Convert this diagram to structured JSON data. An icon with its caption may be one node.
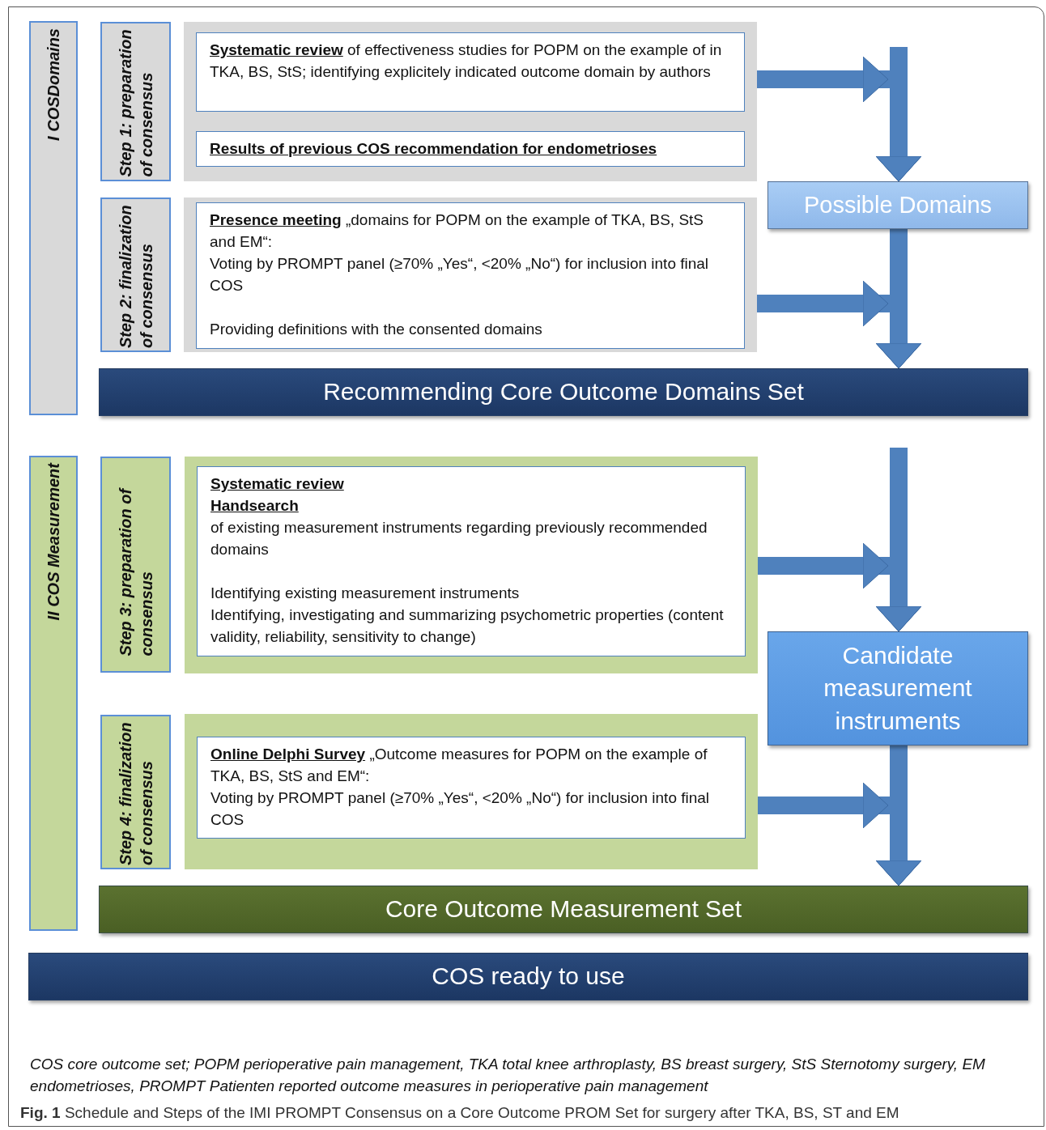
{
  "diagram": {
    "caption": "**Fig. 1** Schedule and Steps of the IMI PROMPT Consensus on a Core Outcome PROM Set for surgery after TKA, BS, ST and EM",
    "nodes": [
      {
        "text": [
          "I COSDomains"
        ]
      },
      {
        "text": [
          "Step 1: preparation of consensus"
        ]
      },
      {
        "text": [],
        "shape": "box"
      },
      {
        "text": [
          "**Systematic review** of effectiveness studies for POPM on the example of in TKA, BS, StS; identifying explicitely indicated outcome domain by authors"
        ],
        "in": 2
      },
      {
        "text": [
          "Results of previous COS recommendation for endometrioses"
        ],
        "in": 2
      },
      {
        "text": [
          "Step 2: finalization of consensus"
        ]
      },
      {
        "text": [],
        "shape": "box"
      },
      {
        "text": [
          "**Presence meeting** „domains for POPM on the example of TKA, BS, StS and EM“:",
          "Voting by PROMPT panel (≥70% „Yes“, <20% „No“) for inclusion into final COS",
          "Providing definitions with the consented domains"
        ],
        "in": 6
      },
      {
        "text": [
          "Possible Domains"
        ]
      },
      {
        "text": [
          "Recommending Core Outcome Domains Set"
        ]
      },
      {
        "text": [
          "II COS Measurement"
        ]
      },
      {
        "text": [
          "Step 3: preparation of consensus"
        ]
      },
      {
        "text": [],
        "shape": "box"
      },
      {
        "text": [
          "**Systematic review**",
          "**Handsearch**",
          "of existing measurement instruments regarding previously recommended domains",
          "Identifying existing measurement instruments",
          "Identifying, investigating and summarizing psychometric properties (content validity, reliability, sensitivity to change)"
        ],
        "in": 12
      },
      {
        "text": [
          "Candidate measurement instruments"
        ]
      },
      {
        "text": [
          "Step 4: finalization of consensus"
        ]
      },
      {
        "text": [],
        "shape": "box"
      },
      {
        "text": [
          "**Online Delphi Survey** „Outcome measures for POPM on the example of TKA, BS, StS and EM“:",
          "Voting by PROMPT panel (≥70% „Yes“, <20% „No“) for inclusion into final COS"
        ],
        "in": 16
      },
      {
        "text": [
          "Core Outcome Measurement Set"
        ]
      },
      {
        "text": [
          "COS ready to use"
        ]
      }
    ],
    "edges": [
      {
        "from": 2,
        "to": 8,
        "arrow": "to"
      },
      {
        "from": null,
        "to": 8,
        "arrow": "to"
      },
      {
        "from": 8,
        "to": 9,
        "arrow": "to"
      },
      {
        "from": 6,
        "to": 9,
        "arrow": "to"
      },
      {
        "from": null,
        "to": 14,
        "arrow": "to"
      },
      {
        "from": 12,
        "to": 14,
        "arrow": "to"
      },
      {
        "from": 14,
        "to": 18,
        "arrow": "to"
      },
      {
        "from": 16,
        "to": 18,
        "arrow": "to"
      }
    ],
    "labels": [
      "COS core outcome set; POPM perioperative pain management, TKA total knee arthroplasty, BS breast surgery, StS Sternotomy surgery, EM endometrioses, PROMPT Patienten reported outcome measures in perioperative pain management"
    ]
  }
}
